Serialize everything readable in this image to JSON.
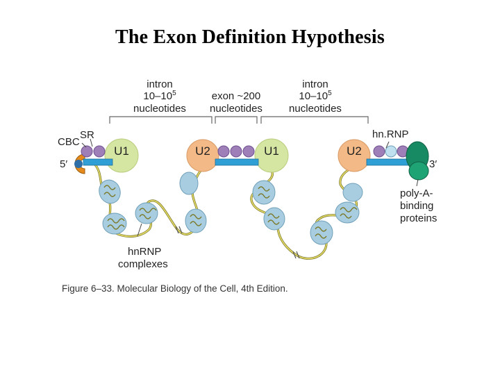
{
  "title": "The Exon Definition Hypothesis",
  "labels": {
    "intron_left": {
      "line1": "intron",
      "line2_base": "10–10",
      "line2_sup": "5",
      "line3": "nucleotides"
    },
    "exon": {
      "line1": "exon ~200",
      "line2": "nucleotides"
    },
    "intron_right": {
      "line1": "intron",
      "line2_base": "10–10",
      "line2_sup": "5",
      "line3": "nucleotides"
    },
    "cbc": "CBC",
    "sr": "SR",
    "five_prime": "5′",
    "three_prime": "3′",
    "hnrnp_top": "hn.RNP",
    "u1_left": "U1",
    "u2_middle": "U2",
    "u1_middle": "U1",
    "u2_right": "U2",
    "polya_binding": [
      "poly-A-",
      "binding",
      "proteins"
    ],
    "hnrnp_complexes": [
      "hnRNP",
      "complexes"
    ]
  },
  "caption": "Figure 6–33. Molecular Biology of the Cell, 4th Edition.",
  "colors": {
    "exon_bar": "#2f9fd6",
    "u1": "#d5e6a2",
    "u2": "#f3b986",
    "sr_protein": "#9e7fb8",
    "cbc": "#e58a1c",
    "poly_a_protein": "#178a63",
    "hnrnp_complex": "#a9cde0",
    "rna_strand": "#d8c84a"
  }
}
